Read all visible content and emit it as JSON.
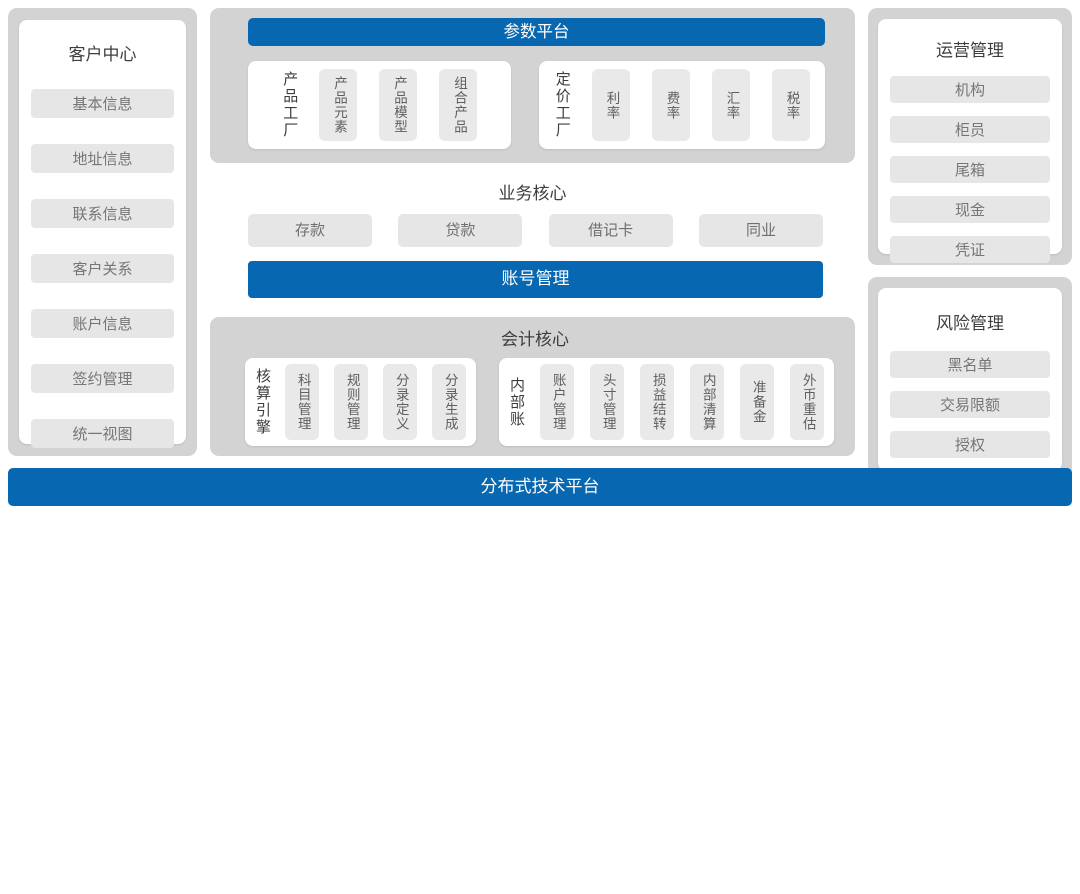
{
  "colors": {
    "accent_blue": "#0767b0",
    "container_gray": "#d3d3d4",
    "chip_gray": "#e6e6e6",
    "vitem_gray": "#e9e9e9"
  },
  "left_panel": {
    "title": "客户中心",
    "items": [
      "基本信息",
      "地址信息",
      "联系信息",
      "客户关系",
      "账户信息",
      "签约管理",
      "统一视图"
    ]
  },
  "center": {
    "parameter_platform": {
      "title": "参数平台",
      "groups": [
        {
          "label": "产品工厂",
          "items": [
            "产品元素",
            "产品模型",
            "组合产品"
          ]
        },
        {
          "label": "定价工厂",
          "items": [
            "利率",
            "费率",
            "汇率",
            "税率"
          ]
        }
      ]
    },
    "business_core": {
      "title": "业务核心",
      "items": [
        "存款",
        "贷款",
        "借记卡",
        "同业"
      ]
    },
    "account_management": {
      "title": "账号管理"
    },
    "accounting_core": {
      "title": "会计核心",
      "groups": [
        {
          "label": "核算引擎",
          "items": [
            "科目管理",
            "规则管理",
            "分录定义",
            "分录生成"
          ]
        },
        {
          "label": "内部账",
          "items": [
            "账户管理",
            "头寸管理",
            "损益结转",
            "内部清算",
            "准备金",
            "外币重估"
          ]
        }
      ]
    }
  },
  "right_panel": {
    "operations": {
      "title": "运营管理",
      "items": [
        "机构",
        "柜员",
        "尾箱",
        "现金",
        "凭证"
      ]
    },
    "risk": {
      "title": "风险管理",
      "items": [
        "黑名单",
        "交易限额",
        "授权"
      ]
    }
  },
  "bottom_bar": {
    "title": "分布式技术平台"
  }
}
